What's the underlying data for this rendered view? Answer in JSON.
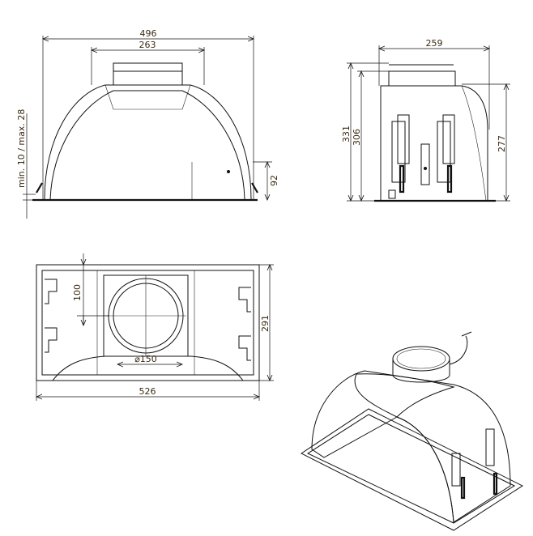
{
  "front_view": {
    "width": "496",
    "collar_width": "263",
    "clearance": "min. 10 / max. 28",
    "side_height": "92"
  },
  "side_view": {
    "depth": "259",
    "total_height": "331",
    "body_height_collar": "306",
    "body_height": "277"
  },
  "top_view": {
    "offset": "100",
    "depth": "291",
    "duct_diameter": "⌀150",
    "width": "526"
  },
  "colors": {
    "line": "#111111",
    "label": "#3a2a12"
  }
}
